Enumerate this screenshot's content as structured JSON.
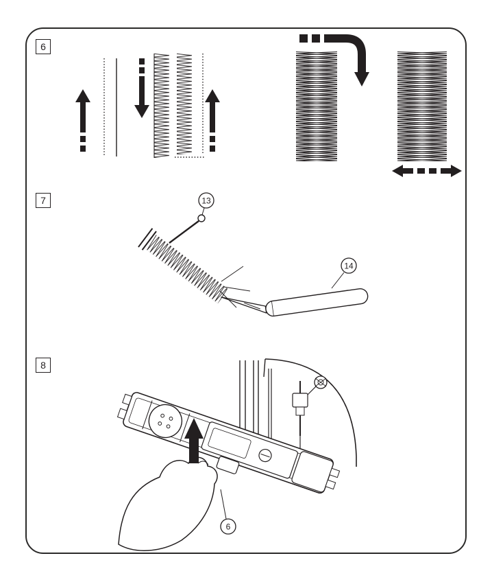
{
  "page": {
    "background": "#ffffff",
    "line_color": "#231f20"
  },
  "steps": {
    "s6": "6",
    "s7": "7",
    "s8": "8"
  },
  "callouts": {
    "c13": "13",
    "c14": "14",
    "c6": "6"
  }
}
